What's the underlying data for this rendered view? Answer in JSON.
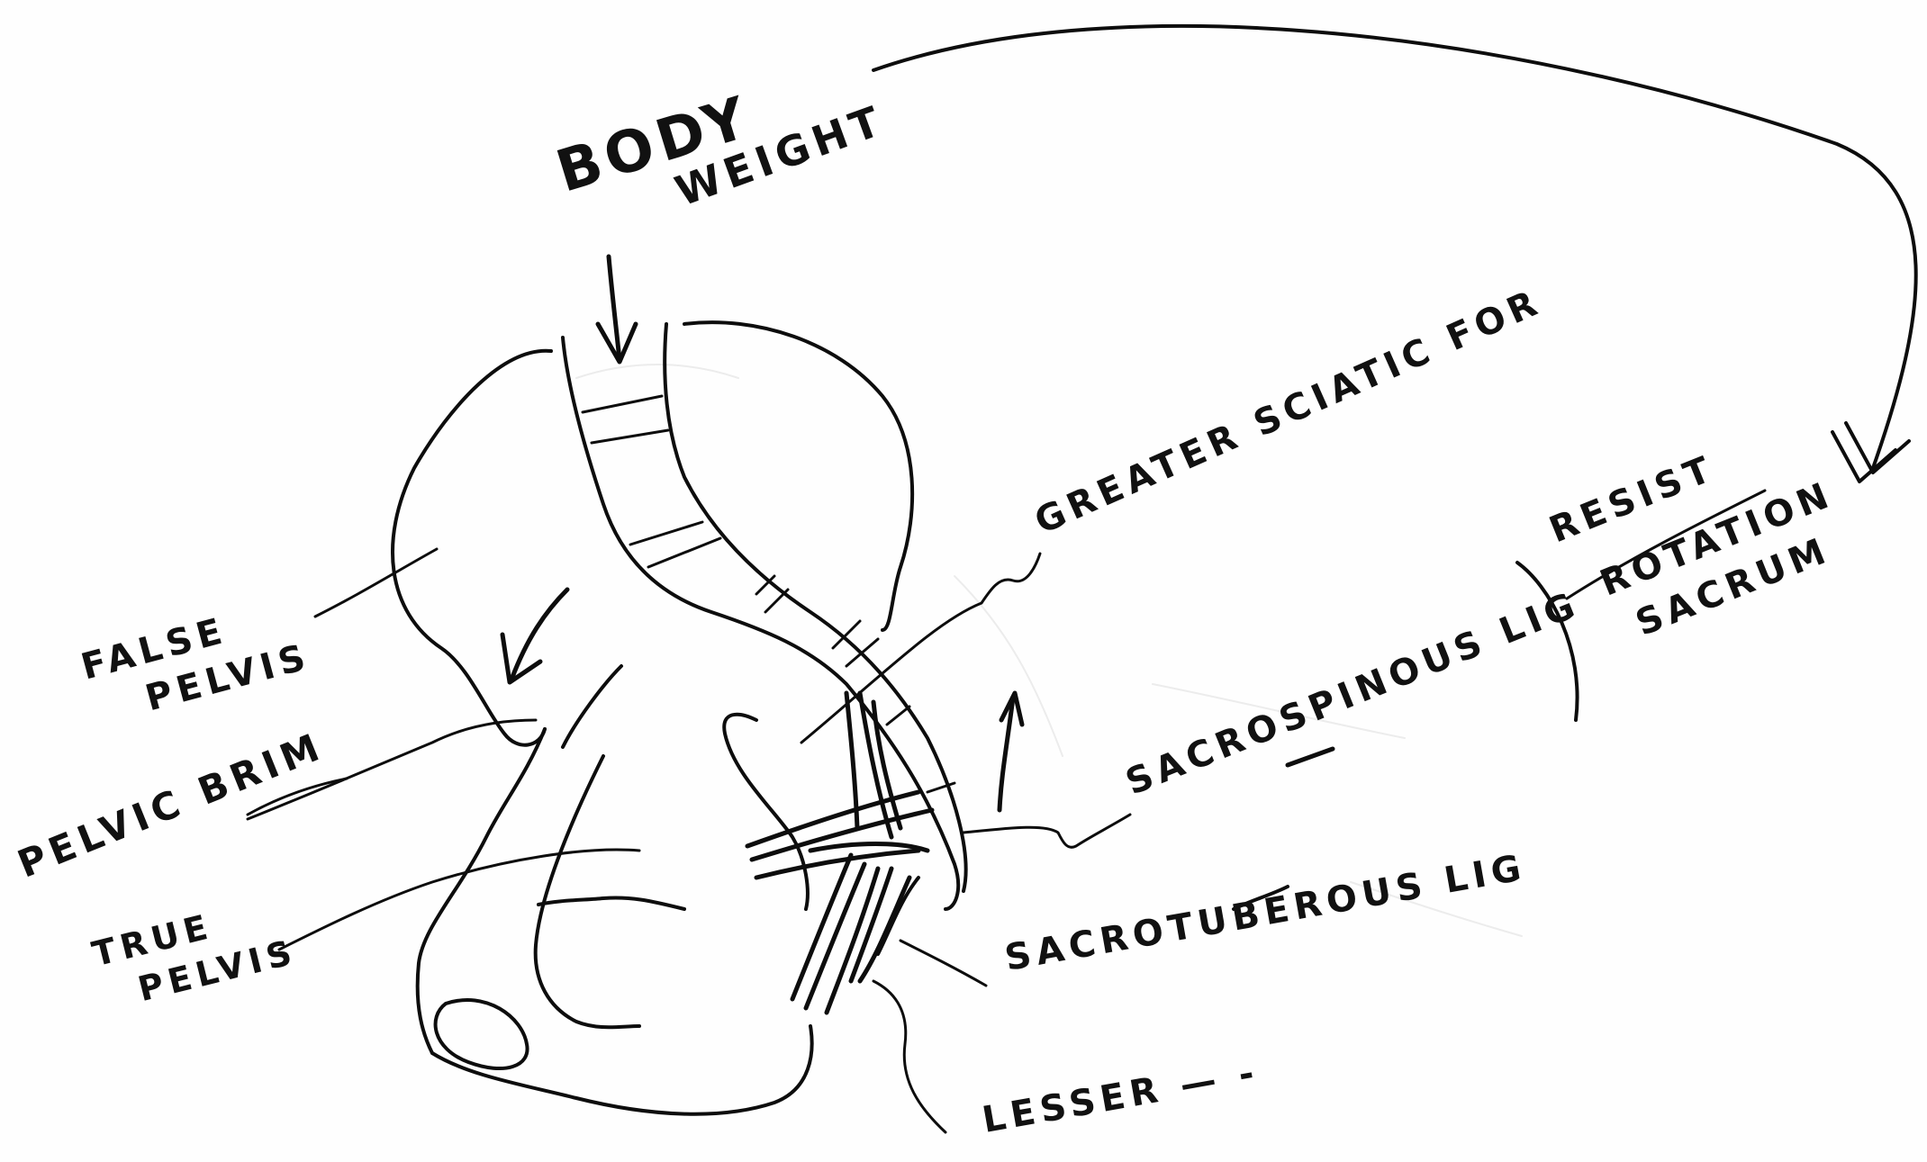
{
  "labels": {
    "body_weight_1": "BODY",
    "body_weight_2": "WEIGHT",
    "false_pelvis_1": "FALSE",
    "false_pelvis_2": "PELVIS",
    "pelvic_brim": "PELVIC BRIM",
    "true_pelvis_1": "TRUE",
    "true_pelvis_2": "PELVIS",
    "greater_sciatic_for": "GREATER SCIATIC FOR",
    "sacrospinous_lig": "SACROSPINOUS LIG",
    "sacrotuberous_lig": "SACROTUBEROUS LIG",
    "resist_1": "RESIST",
    "resist_2": "ROTATION",
    "resist_3": "SACRUM",
    "lesser": "LESSER — -"
  },
  "colors": {
    "ink": "#0d0d0d",
    "paper": "#fefefe"
  }
}
